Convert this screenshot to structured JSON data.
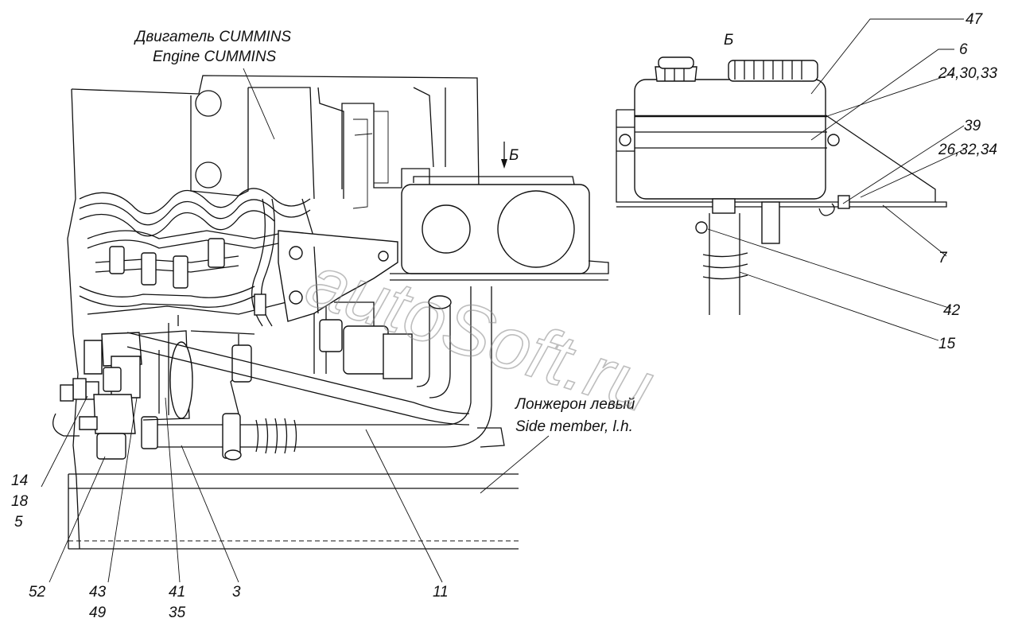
{
  "engine_caption": {
    "line1": "Двигатель CUMMINS",
    "line2": "Engine CUMMINS"
  },
  "member_caption": {
    "line1": "Лонжерон левый",
    "line2": "Side member, l.h."
  },
  "view_letter": "Б",
  "view_arrow_label": "Б",
  "watermark": "autoSoft.ru",
  "labels_detail": {
    "p47": "47",
    "p6": "6",
    "p24": "24,30,33",
    "p39": "39",
    "p26": "26,32,34",
    "p7": "7",
    "p42": "42",
    "p15": "15"
  },
  "labels_main": {
    "p14": "14",
    "p18": "18",
    "p5": "5",
    "p52": "52",
    "p43": "43",
    "p49": "49",
    "p41": "41",
    "p35": "35",
    "p3": "3",
    "p11": "11"
  }
}
